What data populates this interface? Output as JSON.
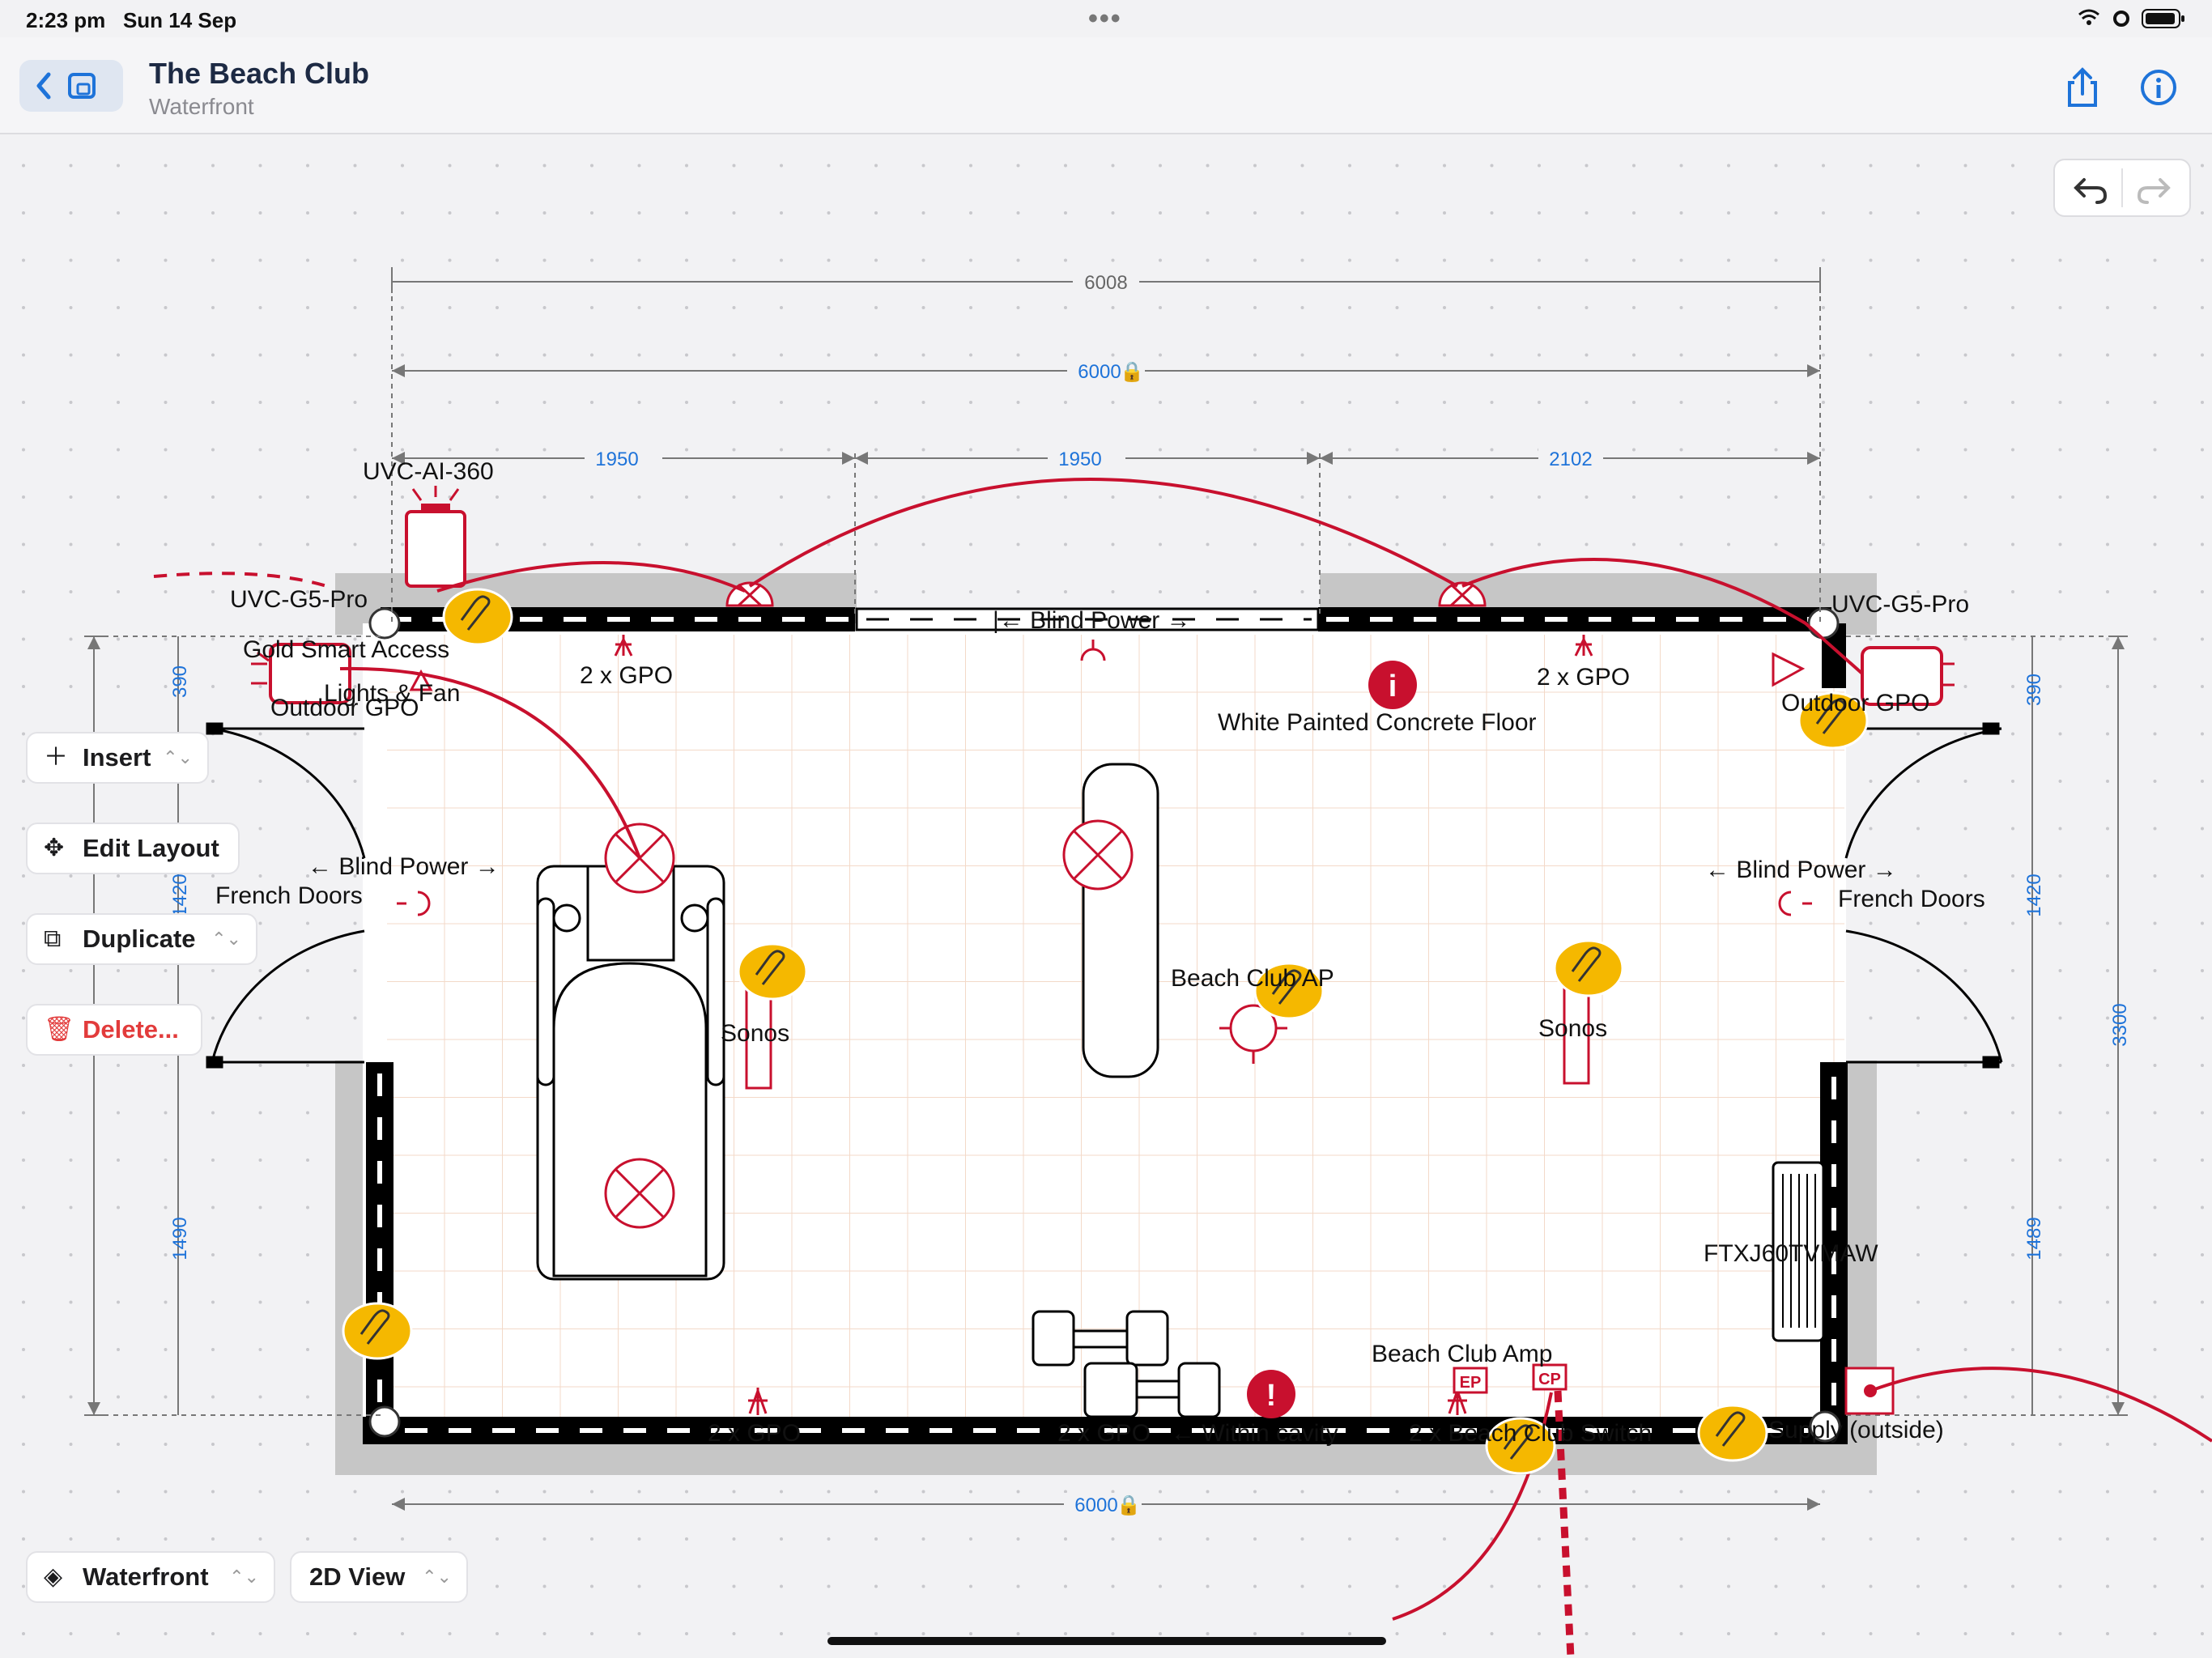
{
  "status": {
    "time": "2:23 pm",
    "date": "Sun 14 Sep"
  },
  "header": {
    "title": "The Beach Club",
    "subtitle": "Waterfront"
  },
  "tools": {
    "insert": "Insert",
    "edit_layout": "Edit Layout",
    "duplicate": "Duplicate",
    "delete": "Delete..."
  },
  "bottom": {
    "level": "Waterfront",
    "view": "2D View"
  },
  "dimensions": {
    "overall_width": "6008",
    "inner_width": "6000",
    "seg1": "1950",
    "seg2": "1950",
    "seg3": "2102",
    "bottom_width": "6000",
    "left_top": "390",
    "left_mid": "1420",
    "left_bottom": "1490",
    "right_top": "390",
    "right_mid": "1420",
    "right_bottom": "1489",
    "right_overall": "3300"
  },
  "labels": {
    "cam_top": "UVC-AI-360",
    "cam_left": "UVC-G5-Pro",
    "cam_right": "UVC-G5-Pro",
    "gold_access": "Gold Smart Access",
    "lights_fan": "Lights & Fan",
    "outdoor_gpo": "Outdoor GPO",
    "gpo_top_left": "2 x GPO",
    "gpo_top_right": "2 x GPO",
    "blind_top": "|← Blind Power →",
    "blind_left": "← Blind Power →",
    "blind_right": "← Blind Power →",
    "french_left": "French Doors",
    "french_right": "French Doors",
    "floor": "White Painted Concrete Floor",
    "outdoor_right": "Outdoor GPO",
    "sonos_left": "Sonos",
    "sonos_right": "Sonos",
    "beach_ap": "Beach Club AP",
    "ftxj": "FTXJ60TVMAW",
    "amp": "Beach Club Amp",
    "gpo_b1": "2 x GPO",
    "gpo_b2": "2 x GPO",
    "within": "← Within cavity",
    "gpo_b3": "2 x Beach Club Switch",
    "supply": "Supply (outside)",
    "ep": "EP",
    "cp": "CP"
  },
  "colors": {
    "accent": "#1e73d9",
    "device": "#c8102e",
    "pin": "#f5b800",
    "wall": "#000000"
  }
}
